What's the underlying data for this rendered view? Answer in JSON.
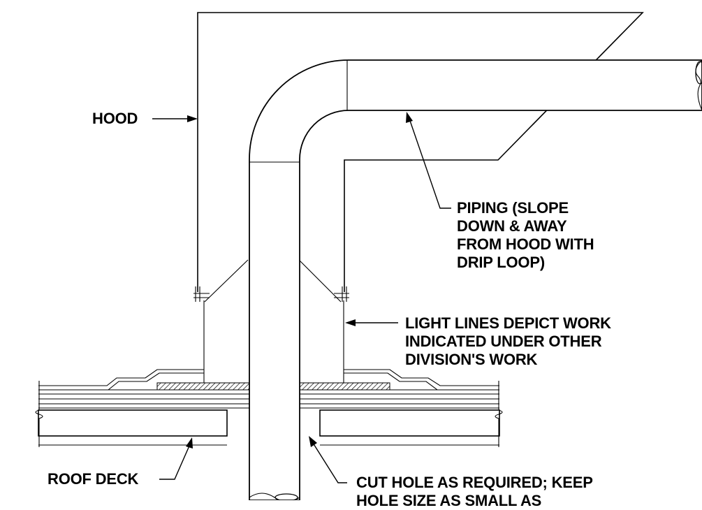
{
  "labels": {
    "hood": "HOOD",
    "piping": [
      "PIPING (SLOPE",
      "DOWN & AWAY",
      "FROM HOOD WITH",
      "DRIP LOOP)"
    ],
    "light_lines": [
      "LIGHT LINES DEPICT WORK",
      "INDICATED UNDER OTHER",
      "DIVISION'S WORK"
    ],
    "roof_deck": "ROOF DECK",
    "cut_hole": [
      "CUT HOLE AS REQUIRED; KEEP",
      "HOLE SIZE AS SMALL AS"
    ]
  }
}
